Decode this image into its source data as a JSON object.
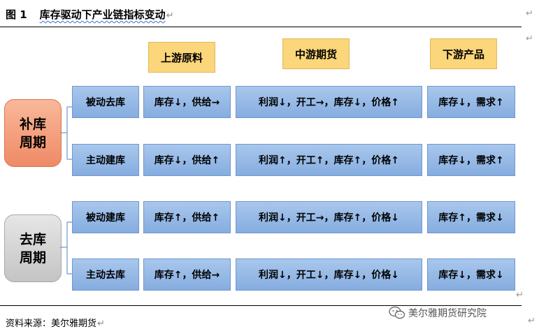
{
  "title": {
    "number": "图 1",
    "text": "库存驱动下产业链指标变动"
  },
  "headers": [
    "上游原料",
    "中游期货",
    "下游产品"
  ],
  "cycles": [
    {
      "label_line1": "补库",
      "label_line2": "周期",
      "rows": [
        {
          "phase": "被动去库",
          "up": "库存↓，供给→",
          "mid": "利润↓，开工→，库存↓，价格↑",
          "down": "库存↓，需求↑"
        },
        {
          "phase": "主动建库",
          "up": "库存↓，供给↑",
          "mid": "利润↑，开工↑，库存↑，价格↑",
          "down": "库存↓，需求↑"
        }
      ]
    },
    {
      "label_line1": "去库",
      "label_line2": "周期",
      "rows": [
        {
          "phase": "被动建库",
          "up": "库存↑，供给↑",
          "mid": "利润↓，开工→，库存↑，价格↓",
          "down": "库存↑，需求↓"
        },
        {
          "phase": "主动去库",
          "up": "库存↑，供给→",
          "mid": "利润↓，开工↓，库存↓，价格↓",
          "down": "库存↓，需求↓"
        }
      ]
    }
  ],
  "source": "资料来源：美尔雅期货",
  "watermark": "美尔雅期货研究院",
  "paragraph_mark": "↵",
  "icons": {
    "watermark_logo": "wechat-icon"
  },
  "colors": {
    "header": "#fbd67a",
    "cell": "#9cbde8",
    "restock": "#f4a07f",
    "destock": "#d4d4d4"
  }
}
